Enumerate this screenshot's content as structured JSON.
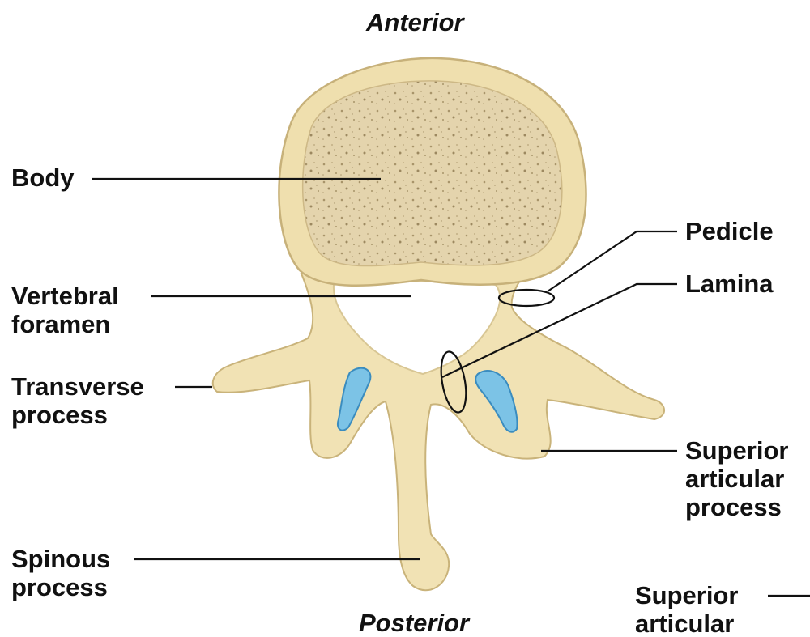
{
  "diagram": {
    "orientation": {
      "top": "Anterior",
      "bottom": "Posterior"
    },
    "labels": {
      "body": [
        "Body"
      ],
      "vertebral_foramen": [
        "Vertebral",
        "foramen"
      ],
      "transverse_process": [
        "Transverse",
        "process"
      ],
      "spinous_process": [
        "Spinous",
        "process"
      ],
      "pedicle": [
        "Pedicle"
      ],
      "lamina": [
        "Lamina"
      ],
      "superior_articular_process": [
        "Superior",
        "articular",
        "process"
      ],
      "superior_articular_cutoff": [
        "Superior",
        "articular"
      ]
    },
    "colors": {
      "bone_fill": "#f1e2b4",
      "bone_edge": "#c9b37a",
      "cancellous": "#e3d3ac",
      "cartilage": "#7cc3e6",
      "leader_line": "#111111"
    }
  }
}
